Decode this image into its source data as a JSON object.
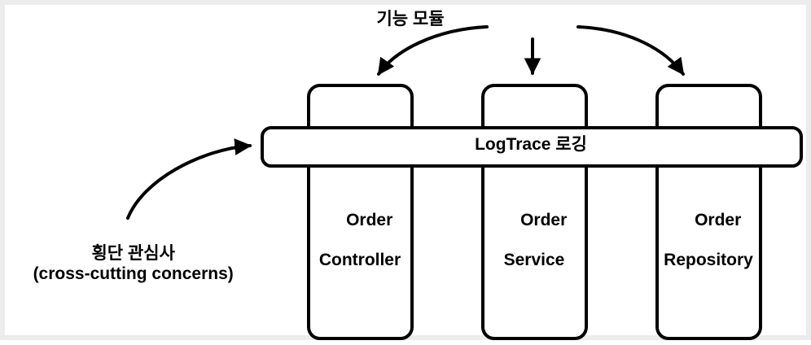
{
  "diagram": {
    "title_top": "기능 모듈",
    "bar": {
      "label": "LogTrace 로깅"
    },
    "columns": [
      {
        "line1": "Order",
        "line2": "Controller"
      },
      {
        "line1": "Order",
        "line2": "Service"
      },
      {
        "line1": "Order",
        "line2": "Repository"
      }
    ],
    "annotation": {
      "line1": "횡단 관심사",
      "line2": "(cross-cutting concerns)"
    },
    "colors": {
      "stroke": "#000000",
      "background": "#ffffff",
      "frame": "#ececec",
      "text": "#000000"
    },
    "arrows": {
      "top_left": "curved-arrow-to-order-controller",
      "top_center": "straight-arrow-to-order-service",
      "top_right": "curved-arrow-to-order-repository",
      "left": "curved-arrow-to-logtrace-bar"
    }
  }
}
